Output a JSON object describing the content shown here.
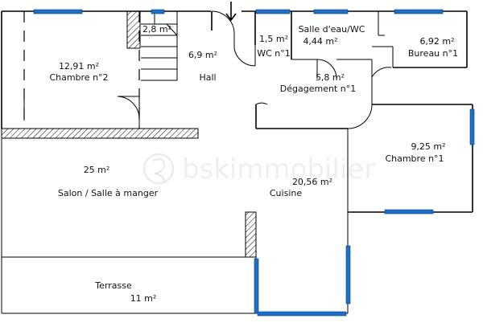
{
  "plan": {
    "watermark": "bskimmobilier",
    "rooms": [
      {
        "id": "chambre-2",
        "area": "12,91  m²",
        "name": "Chambre n°2"
      },
      {
        "id": "escalier",
        "area": "2,8  m²",
        "name": ""
      },
      {
        "id": "hall",
        "area": "6,9  m²",
        "name": "Hall"
      },
      {
        "id": "wc-1",
        "area": "1,5  m²",
        "name": "WC n°1"
      },
      {
        "id": "salle-eau",
        "area": "4,44  m²",
        "name": "Salle d'eau/WC"
      },
      {
        "id": "bureau-1",
        "area": "6,92  m²",
        "name": "Bureau n°1"
      },
      {
        "id": "degagement-1",
        "area": "5,8  m²",
        "name": "Dégagement n°1"
      },
      {
        "id": "chambre-1",
        "area": "9,25  m²",
        "name": "Chambre n°1"
      },
      {
        "id": "salon",
        "area": "25  m²",
        "name": "Salon / Salle à manger"
      },
      {
        "id": "cuisine",
        "area": "20,56  m²",
        "name": "Cuisine"
      },
      {
        "id": "terrasse",
        "area": "11  m²",
        "name": "Terrasse"
      }
    ]
  }
}
